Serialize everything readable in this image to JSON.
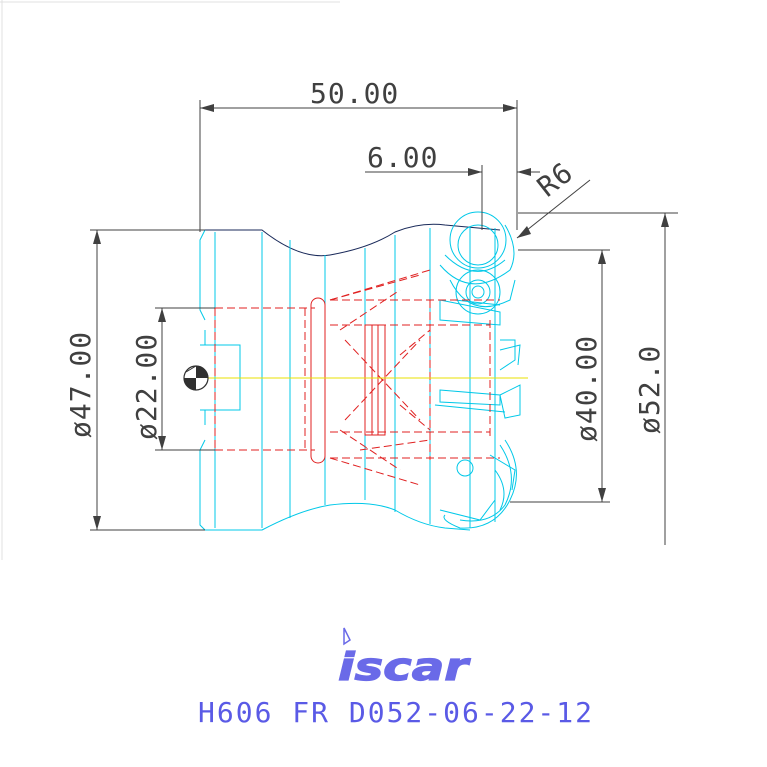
{
  "dimensions": {
    "overall_length": "50.00",
    "cutter_width": "6.00",
    "corner_radius": "R6",
    "bore_diameter": "ø22.00",
    "body_diameter": "ø47.00",
    "inner_cut_diameter": "ø40.00",
    "cutting_diameter": "ø52.0"
  },
  "brand": {
    "logo": "iscar",
    "logo_color": "#6a6ae8"
  },
  "part_code": "H606 FR D052-06-22-12",
  "colors": {
    "dimension": "#404040",
    "body_outline": "#00c8e8",
    "hidden_lines": "#e02020",
    "centerline": "#e8e000",
    "dark_outline": "#1a2a5a",
    "code_text": "#5a5ae6"
  }
}
